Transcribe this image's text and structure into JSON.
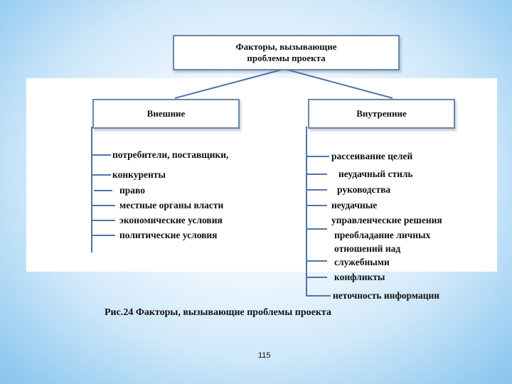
{
  "top": {
    "line1": "Факторы, вызывающие",
    "line2": "проблемы проекта"
  },
  "external": {
    "title": "Внешние",
    "items": [
      "потребители, поставщики,",
      "конкуренты",
      "право",
      "местные органы власти",
      "экономические условия",
      "политические условия"
    ]
  },
  "internal": {
    "title": "Внутренние",
    "items": [
      "рассеивание целей",
      "неудачный стиль",
      "руководства",
      "неудачные",
      "управленческие решения",
      "преобладание личных",
      "отношений над",
      "служебными",
      "конфликты",
      "неточность информации"
    ]
  },
  "caption": "Рис.24 Факторы, вызывающие проблемы проекта",
  "page_number": "115",
  "colors": {
    "line": "#4f73a8",
    "box_border": "#6b86a6"
  }
}
